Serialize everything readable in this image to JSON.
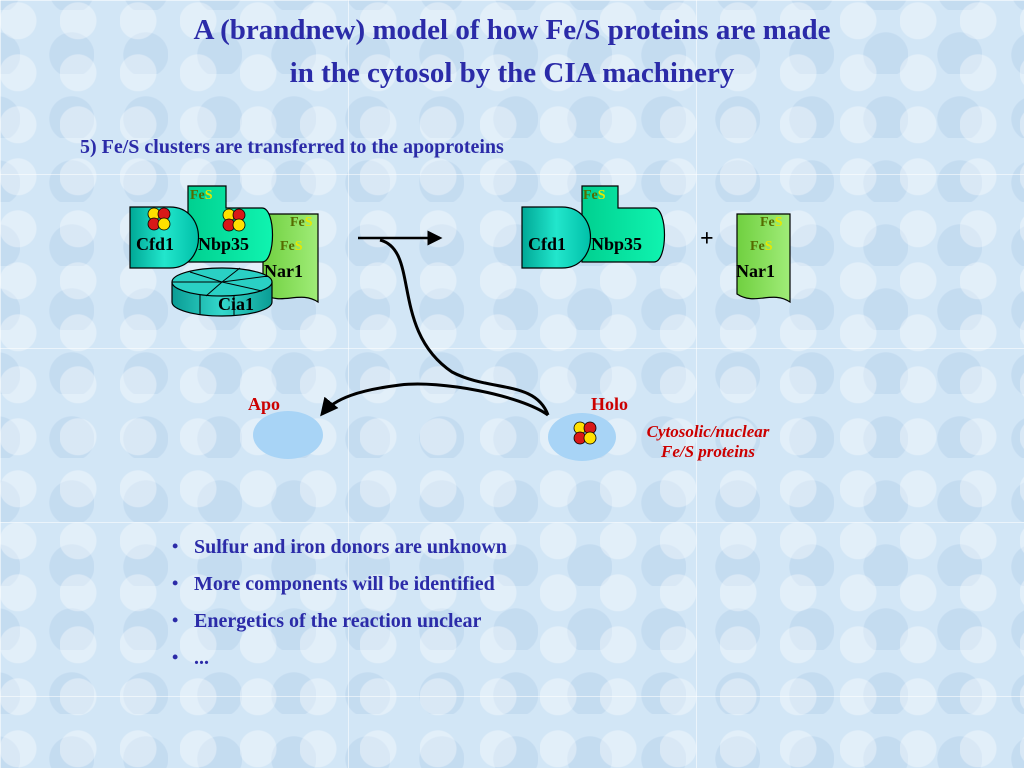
{
  "title": {
    "line1": "A (brandnew) model of how Fe/S proteins are made",
    "line2": "in the cytosol by the CIA machinery"
  },
  "step_heading": "5) Fe/S clusters are transferred to the apoproteins",
  "labels": {
    "cfd1": "Cfd1",
    "nbp35": "Nbp35",
    "nar1": "Nar1",
    "cia1": "Cia1",
    "fe": "Fe",
    "s": "S",
    "plus": "+",
    "apo": "Apo",
    "holo": "Holo",
    "proteins_line1": "Cytosolic/nuclear",
    "proteins_line2": "Fe/S proteins"
  },
  "bullets": [
    "Sulfur and iron donors are unknown",
    "More components will be identified",
    "Energetics of the reaction unclear",
    "..."
  ],
  "colors": {
    "title": "#2b2ba8",
    "apo_holo_label": "#cc0000",
    "cfd1_fill": "#00d2b4",
    "nbp35_fill": "#00f0a0",
    "nar1_fill": "#88e060",
    "cia1_fill": "#1ab8b0",
    "fe_text": "#556b00",
    "s_text": "#e8e800",
    "cluster_red": "#d81818",
    "cluster_yellow": "#ffe000",
    "protein_blob": "#a8d4f6"
  }
}
